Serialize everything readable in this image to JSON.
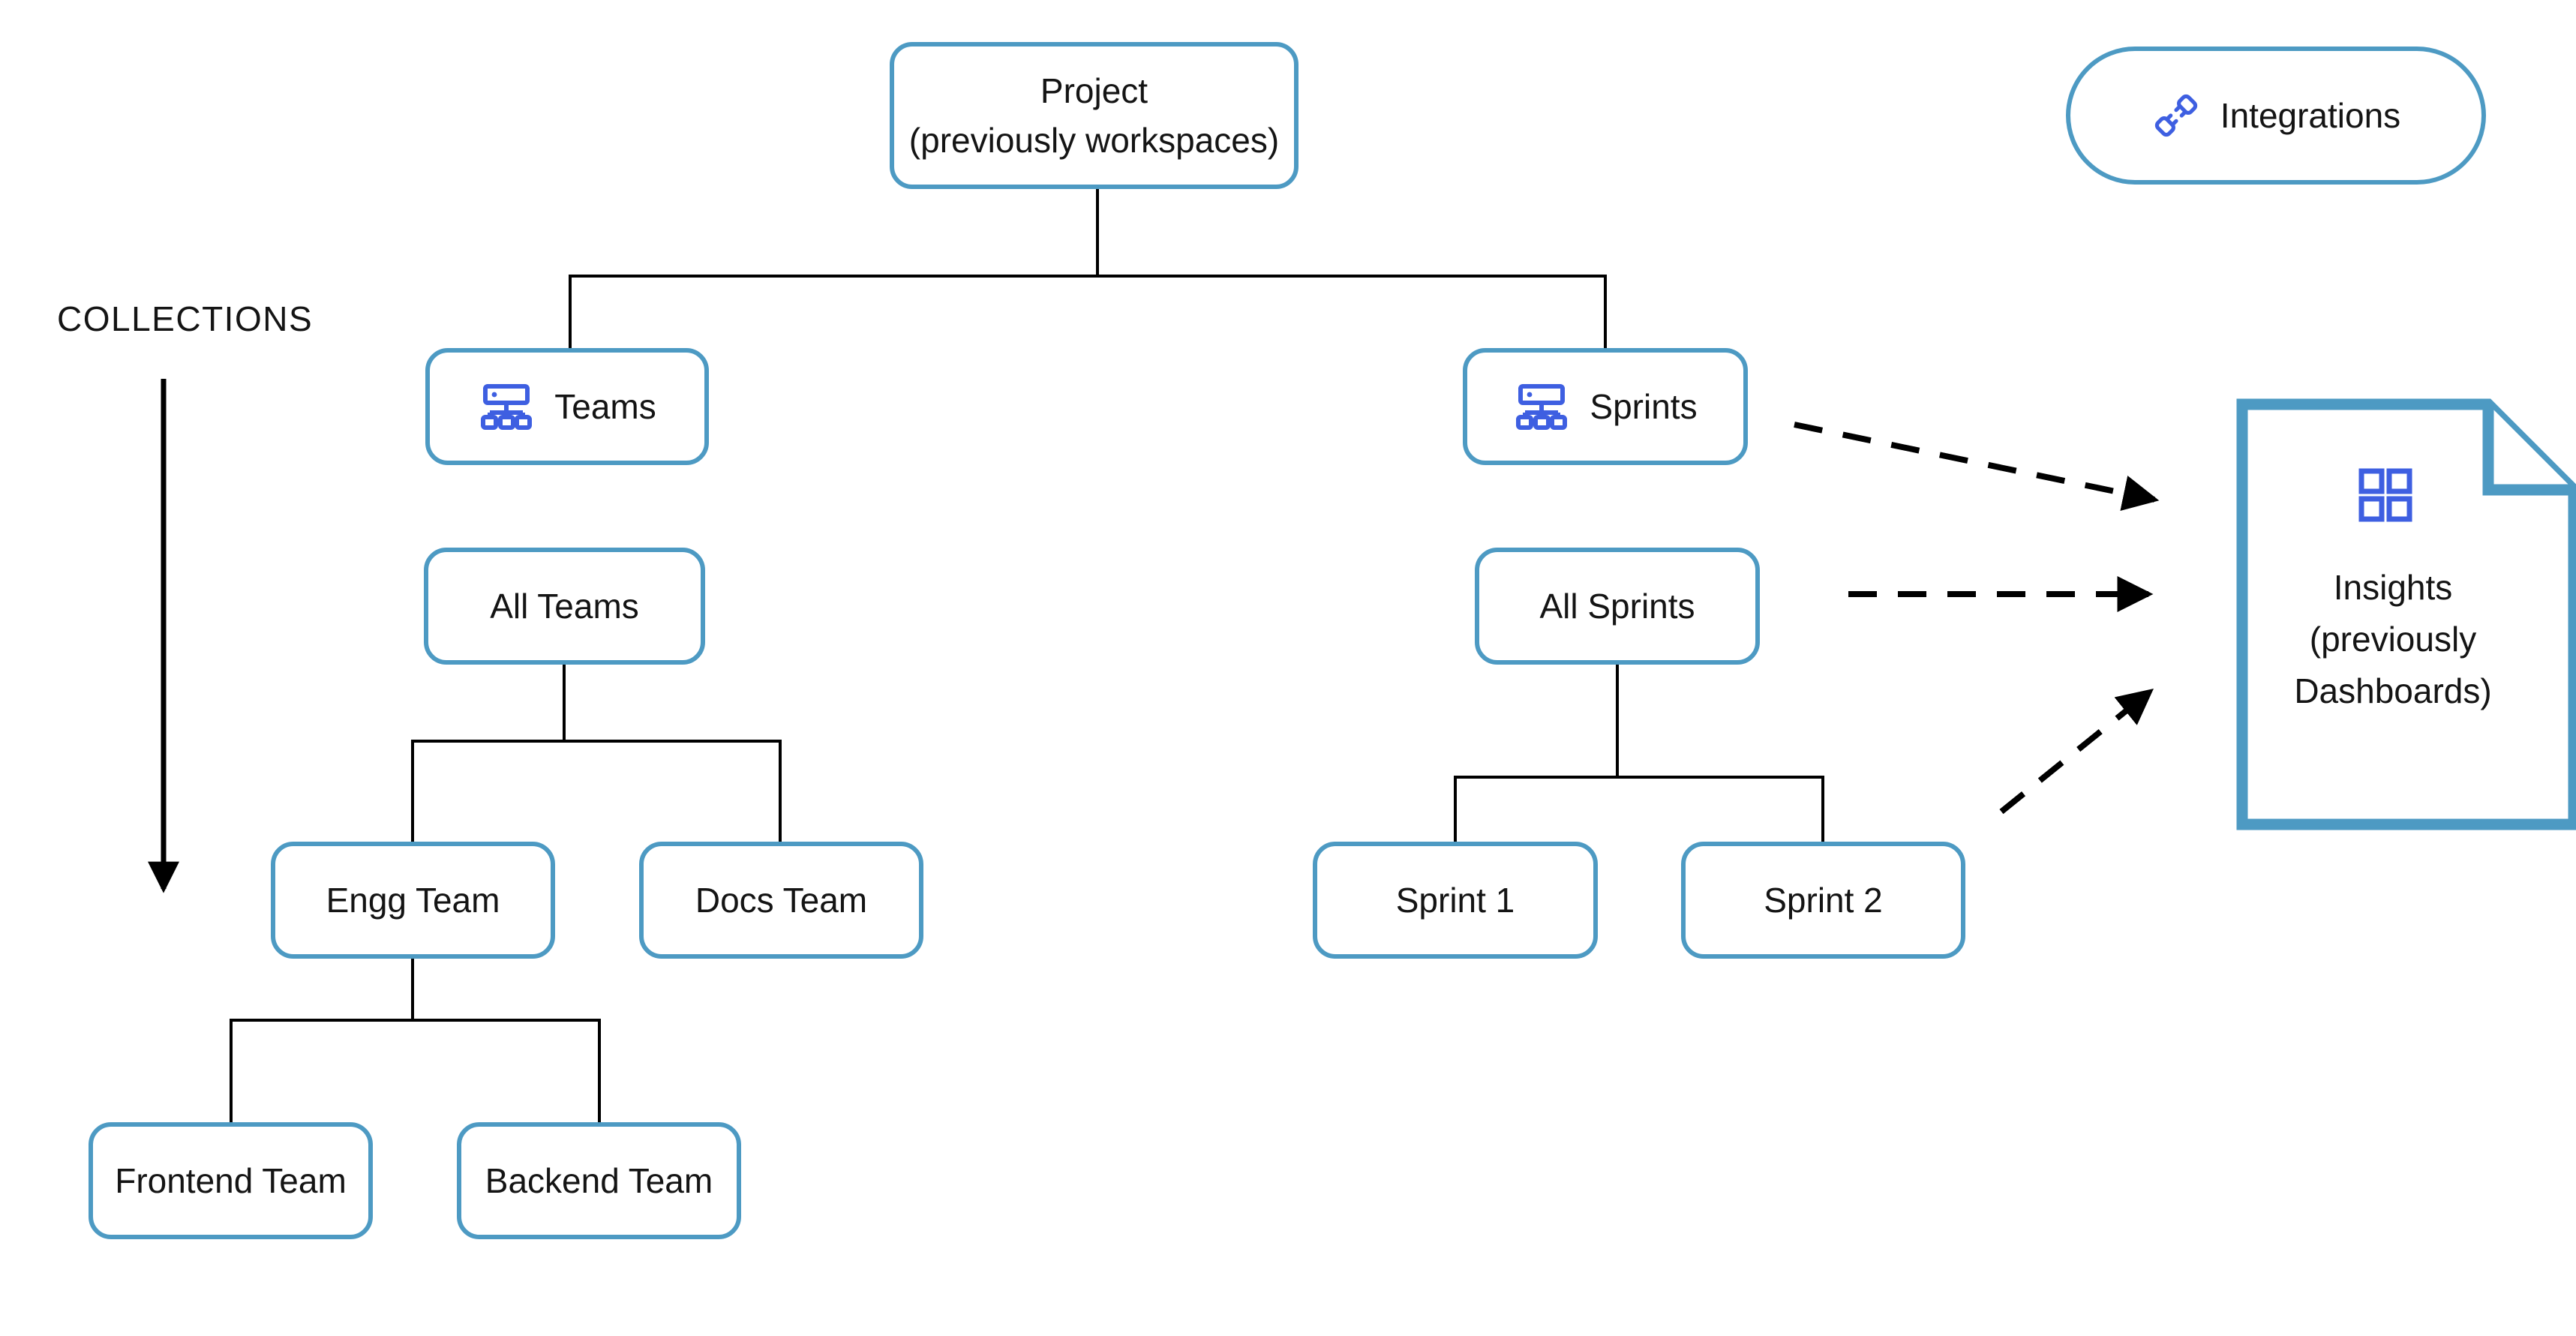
{
  "colors": {
    "box_border": "#4d9ac3",
    "icon_blue": "#3e5fe1",
    "connector": "#000000",
    "text": "#141414"
  },
  "labels": {
    "collections": "COLLECTIONS"
  },
  "nodes": {
    "project": {
      "label": "Project",
      "sublabel": "(previously workspaces)"
    },
    "integrations": {
      "label": "Integrations",
      "icon": "plug-integration-icon"
    },
    "teams": {
      "label": "Teams",
      "icon": "org-chart-icon"
    },
    "sprints": {
      "label": "Sprints",
      "icon": "org-chart-icon"
    },
    "all_teams": {
      "label": "All Teams"
    },
    "all_sprints": {
      "label": "All Sprints"
    },
    "engg_team": {
      "label": "Engg Team"
    },
    "docs_team": {
      "label": "Docs Team"
    },
    "sprint_1": {
      "label": "Sprint 1"
    },
    "sprint_2": {
      "label": "Sprint 2"
    },
    "frontend_team": {
      "label": "Frontend Team"
    },
    "backend_team": {
      "label": "Backend Team"
    },
    "insights": {
      "label": "Insights",
      "sublabel": "(previously Dashboards)",
      "icon": "dashboard-grid-icon"
    }
  }
}
